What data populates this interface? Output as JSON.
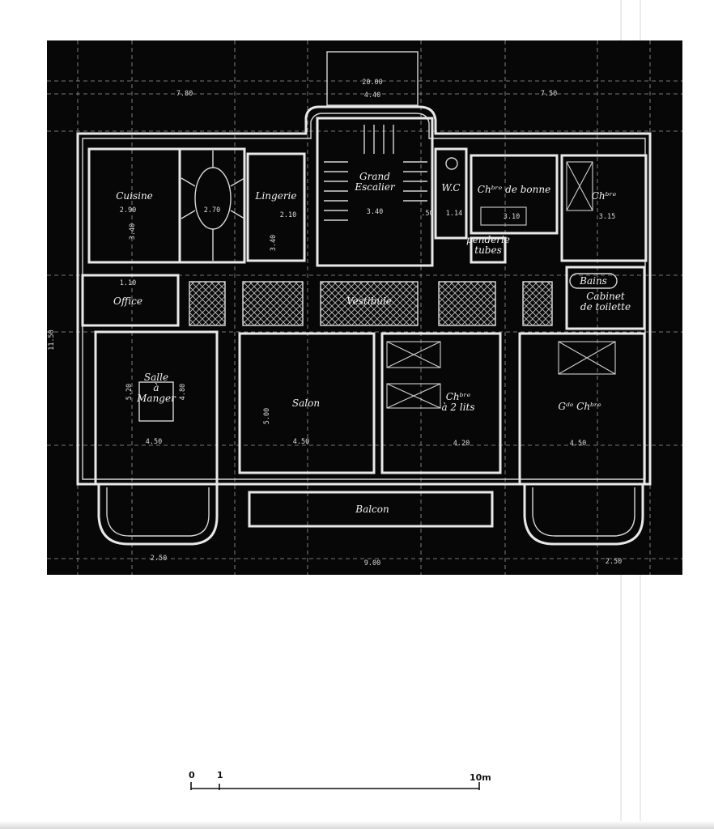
{
  "plan": {
    "rooms": {
      "cuisine": "Cuisine",
      "lingerie": "Lingerie",
      "grand_escalier": "Grand\nEscalier",
      "wc": "W.C",
      "chambre_bonne": "Chᵇʳᵉ de bonne",
      "chambre_ne": "Chᵇʳᵉ",
      "penderie": "penderie\ntubes",
      "bains": "Bains",
      "cabinet_toilette": "Cabinet\nde toilette",
      "office": "Office",
      "vestibule": "Vestibule",
      "salle_manger": "Salle\nà\nManger",
      "salon": "Salon",
      "chambre_2_lits": "Chᵇʳᵉ\nà 2 lits",
      "grande_chambre": "Gᵈᵉ Chᵇʳᵉ",
      "balcon": "Balcon"
    },
    "dimensions": {
      "top_total": "20.00",
      "top_stair": "4.40",
      "top_left": "7.80",
      "top_right": "7.50",
      "left_height": "11.50",
      "bottom_left": "2.50",
      "bottom_mid": "9.00",
      "bottom_right": "2.50",
      "cuisine_w": "2.90",
      "cuisine_d": "3.40",
      "spiral": "2.70",
      "lingerie_w": "2.10",
      "lingerie_d": "3.40",
      "escalier_w": "3.40",
      "wc_w": "1.14",
      "bonne_w": "3.10",
      "ch_ne_w": "3.15",
      "salle_h": "5.20",
      "salle_h2": "4.80",
      "salle_w": "4.50",
      "salon_h": "5.00",
      "salon_w": "4.50",
      "ch2_w": "4.20",
      "gde_w": "4.50",
      "small_50": ".50",
      "small_110": "1.10"
    }
  },
  "scale_bar": {
    "zero": "0",
    "one": "1",
    "ten": "10m"
  }
}
